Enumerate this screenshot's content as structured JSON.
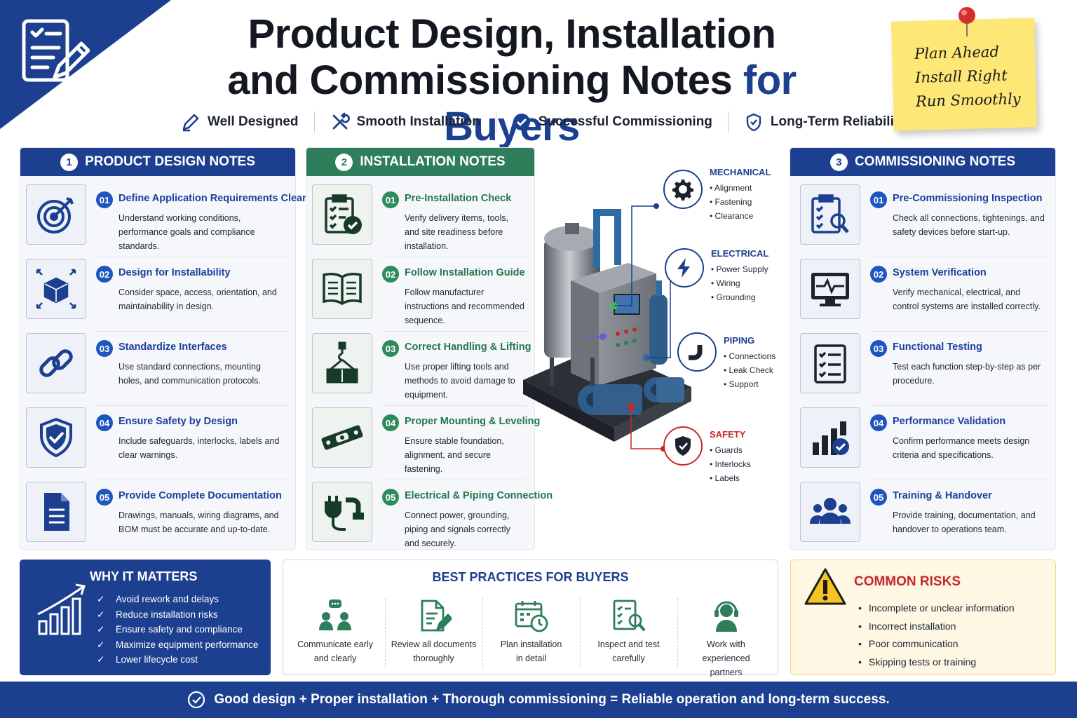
{
  "header": {
    "title_line1": "Product Design, Installation",
    "title_line2_a": "and Commissioning Notes",
    "title_line2_b": "for Buyers",
    "taglines": [
      {
        "icon": "pencil-icon",
        "label": "Well Designed"
      },
      {
        "icon": "tools-icon",
        "label": "Smooth Installation"
      },
      {
        "icon": "check-circle-icon",
        "label": "Successful Commissioning"
      },
      {
        "icon": "shield-icon",
        "label": "Long-Term Reliability"
      }
    ],
    "sticky_note": [
      "Plan Ahead",
      "Install Right",
      "Run Smoothly"
    ]
  },
  "design": {
    "number": "1",
    "title": "PRODUCT DESIGN NOTES",
    "items": [
      {
        "num": "01",
        "title": "Define Application Requirements Clearly",
        "desc": "Understand working conditions, performance goals and compliance standards.",
        "icon": "target-icon"
      },
      {
        "num": "02",
        "title": "Design for Installability",
        "desc": "Consider space, access, orientation, and maintainability in design.",
        "icon": "cube-icon"
      },
      {
        "num": "03",
        "title": "Standardize Interfaces",
        "desc": "Use standard connections, mounting holes, and communication protocols.",
        "icon": "link-icon"
      },
      {
        "num": "04",
        "title": "Ensure Safety by Design",
        "desc": "Include safeguards, interlocks, labels and clear warnings.",
        "icon": "shield-check-icon"
      },
      {
        "num": "05",
        "title": "Provide Complete Documentation",
        "desc": "Drawings, manuals, wiring diagrams, and BOM must be accurate and up-to-date.",
        "icon": "document-icon"
      }
    ]
  },
  "installation": {
    "number": "2",
    "title": "INSTALLATION NOTES",
    "items": [
      {
        "num": "01",
        "title": "Pre-Installation Check",
        "desc": "Verify delivery items, tools, and site readiness before installation.",
        "icon": "clipboard-check-icon"
      },
      {
        "num": "02",
        "title": "Follow Installation Guide",
        "desc": "Follow manufacturer instructions and recommended sequence.",
        "icon": "open-book-icon"
      },
      {
        "num": "03",
        "title": "Correct Handling & Lifting",
        "desc": "Use proper lifting tools and methods to avoid damage to equipment.",
        "icon": "crane-hook-icon"
      },
      {
        "num": "04",
        "title": "Proper Mounting & Leveling",
        "desc": "Ensure stable foundation, alignment, and secure fastening.",
        "icon": "level-icon"
      },
      {
        "num": "05",
        "title": "Electrical & Piping Connection",
        "desc": "Connect power, grounding, piping and signals correctly and securely.",
        "icon": "plug-pipe-icon"
      }
    ]
  },
  "commissioning": {
    "number": "3",
    "title": "COMMISSIONING NOTES",
    "items": [
      {
        "num": "01",
        "title": "Pre-Commissioning Inspection",
        "desc": "Check all connections, tightenings, and safety devices before start-up.",
        "icon": "clipboard-search-icon"
      },
      {
        "num": "02",
        "title": "System Verification",
        "desc": "Verify mechanical, electrical, and control systems are installed correctly.",
        "icon": "monitor-pulse-icon"
      },
      {
        "num": "03",
        "title": "Functional Testing",
        "desc": "Test each function step-by-step as per procedure.",
        "icon": "checklist-icon"
      },
      {
        "num": "04",
        "title": "Performance Validation",
        "desc": "Confirm performance meets design criteria and specifications.",
        "icon": "bar-chart-check-icon"
      },
      {
        "num": "05",
        "title": "Training & Handover",
        "desc": "Provide training, documentation, and handover to operations team.",
        "icon": "team-icon"
      }
    ]
  },
  "callouts": [
    {
      "title": "MECHANICAL",
      "items": [
        "Alignment",
        "Fastening",
        "Clearance"
      ],
      "icon": "gear-icon",
      "color": "#1c3f8f"
    },
    {
      "title": "ELECTRICAL",
      "items": [
        "Power Supply",
        "Wiring",
        "Grounding"
      ],
      "icon": "lightning-icon",
      "color": "#1c3f8f"
    },
    {
      "title": "PIPING",
      "items": [
        "Connections",
        "Leak Check",
        "Support"
      ],
      "icon": "pipe-icon",
      "color": "#1c3f8f"
    },
    {
      "title": "SAFETY",
      "items": [
        "Guards",
        "Interlocks",
        "Labels"
      ],
      "icon": "shield-check-icon",
      "color": "#c62828"
    }
  ],
  "why": {
    "title": "WHY IT MATTERS",
    "items": [
      "Avoid rework and delays",
      "Reduce installation risks",
      "Ensure safety and compliance",
      "Maximize equipment performance",
      "Lower lifecycle cost"
    ]
  },
  "best": {
    "title": "BEST PRACTICES FOR BUYERS",
    "items": [
      {
        "line1": "Communicate early",
        "line2": "and clearly",
        "icon": "chat-people-icon"
      },
      {
        "line1": "Review all documents",
        "line2": "thoroughly",
        "icon": "document-edit-icon"
      },
      {
        "line1": "Plan installation",
        "line2": "in detail",
        "icon": "calendar-clock-icon"
      },
      {
        "line1": "Inspect and test",
        "line2": "carefully",
        "icon": "checklist-search-icon"
      },
      {
        "line1": "Work with experienced",
        "line2": "partners",
        "icon": "headset-icon"
      }
    ]
  },
  "risks": {
    "title": "COMMON RISKS",
    "items": [
      "Incomplete or unclear information",
      "Incorrect installation",
      "Poor communication",
      "Skipping tests or training"
    ]
  },
  "footer": "Good design + Proper installation + Thorough commissioning = Reliable operation and long-term success.",
  "colors": {
    "primary_blue": "#1c3f8f",
    "green": "#2e7d5b",
    "red": "#c62828",
    "sticky_yellow": "#fde777"
  }
}
